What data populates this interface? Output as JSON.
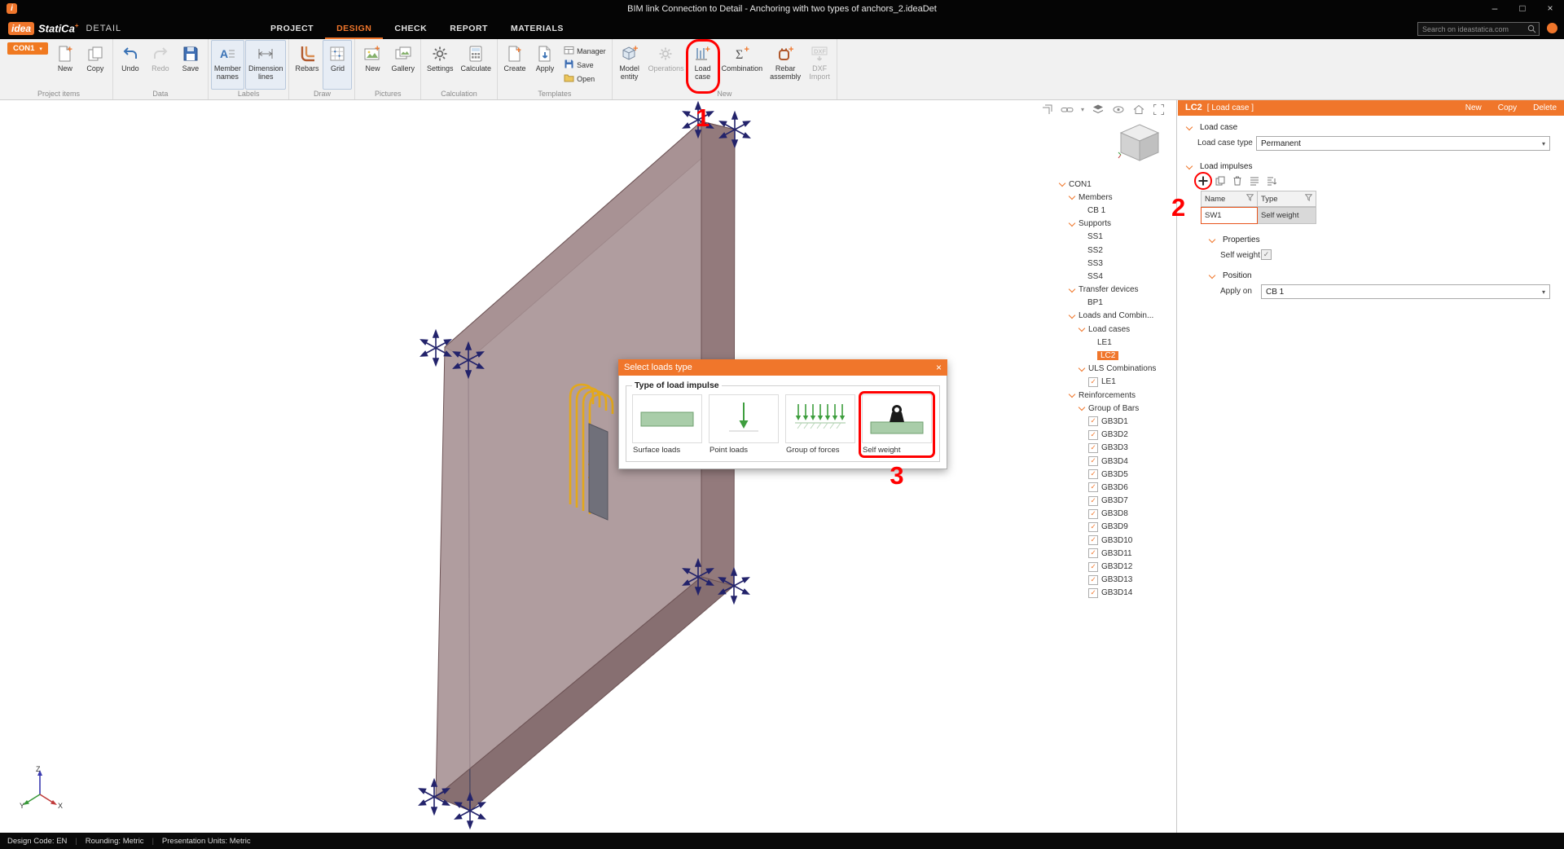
{
  "window": {
    "title": "BIM link Connection to Detail - Anchoring with two types of anchors_2.ideaDet",
    "minimize": "–",
    "maximize": "□",
    "close": "×"
  },
  "menubar": {
    "logo_idea": "idea",
    "logo_statica": "StatiCa",
    "logo_sup": "+",
    "module": "DETAIL",
    "tabs": [
      {
        "label": "PROJECT",
        "active": false
      },
      {
        "label": "DESIGN",
        "active": true
      },
      {
        "label": "CHECK",
        "active": false
      },
      {
        "label": "REPORT",
        "active": false
      },
      {
        "label": "MATERIALS",
        "active": false
      }
    ],
    "search_placeholder": "Search on ideastatica.com"
  },
  "ribbon": {
    "groups": [
      {
        "label": "Project items",
        "buttons": [
          {
            "label": "CON1",
            "icon": "chevron-down-icon",
            "style": "orange"
          },
          {
            "label": "New",
            "icon": "doc-new-icon"
          },
          {
            "label": "Copy",
            "icon": "copy-icon"
          }
        ]
      },
      {
        "label": "Data",
        "buttons": [
          {
            "label": "Undo",
            "icon": "undo-icon"
          },
          {
            "label": "Redo",
            "icon": "redo-icon",
            "disabled": true
          },
          {
            "label": "Save",
            "icon": "save-icon"
          }
        ]
      },
      {
        "label": "Labels",
        "buttons": [
          {
            "label": "Member names",
            "icon": "member-names-icon",
            "pressed": true
          },
          {
            "label": "Dimension lines",
            "icon": "dimension-lines-icon",
            "pressed": true
          }
        ]
      },
      {
        "label": "Draw",
        "buttons": [
          {
            "label": "Rebars",
            "icon": "rebars-icon"
          },
          {
            "label": "Grid",
            "icon": "grid-icon",
            "pressed": true
          }
        ]
      },
      {
        "label": "Pictures",
        "buttons": [
          {
            "label": "New",
            "icon": "picture-new-icon"
          },
          {
            "label": "Gallery",
            "icon": "gallery-icon"
          }
        ]
      },
      {
        "label": "Calculation",
        "buttons": [
          {
            "label": "Settings",
            "icon": "settings-icon"
          },
          {
            "label": "Calculate",
            "icon": "calculate-icon"
          }
        ]
      },
      {
        "label": "Templates",
        "buttons": [
          {
            "label": "Create",
            "icon": "template-create-icon"
          },
          {
            "label": "Apply",
            "icon": "template-apply-icon"
          }
        ],
        "small_buttons": [
          {
            "label": "Manager",
            "icon": "manager-icon"
          },
          {
            "label": "Save",
            "icon": "save-small-icon"
          },
          {
            "label": "Open",
            "icon": "open-icon"
          }
        ]
      },
      {
        "label": "New",
        "buttons": [
          {
            "label": "Model entity",
            "icon": "model-entity-icon"
          },
          {
            "label": "Operations",
            "icon": "operations-icon",
            "disabled": true
          },
          {
            "label": "Load case",
            "icon": "load-case-icon",
            "highlighted": true
          },
          {
            "label": "Combination",
            "icon": "combination-icon"
          },
          {
            "label": "Rebar assembly",
            "icon": "rebar-assembly-icon"
          },
          {
            "label": "DXF Import",
            "icon": "dxf-import-icon",
            "disabled": true
          }
        ]
      }
    ]
  },
  "viewport": {
    "axis": {
      "x": "X",
      "y": "Y",
      "z": "Z"
    },
    "toolbar_icons": [
      "section-view-icon",
      "link-icon",
      "chevron-down-icon",
      "layers-icon",
      "eye-icon",
      "home-icon",
      "fit-view-icon"
    ]
  },
  "tree": {
    "items": [
      {
        "label": "CON1",
        "depth": 0,
        "type": "node"
      },
      {
        "label": "Members",
        "depth": 1,
        "type": "node"
      },
      {
        "label": "CB 1",
        "depth": 2,
        "type": "leaf"
      },
      {
        "label": "Supports",
        "depth": 1,
        "type": "node"
      },
      {
        "label": "SS1",
        "depth": 2,
        "type": "leaf"
      },
      {
        "label": "SS2",
        "depth": 2,
        "type": "leaf"
      },
      {
        "label": "SS3",
        "depth": 2,
        "type": "leaf"
      },
      {
        "label": "SS4",
        "depth": 2,
        "type": "leaf"
      },
      {
        "label": "Transfer devices",
        "depth": 1,
        "type": "node"
      },
      {
        "label": "BP1",
        "depth": 2,
        "type": "leaf"
      },
      {
        "label": "Loads and Combin...",
        "depth": 1,
        "type": "node"
      },
      {
        "label": "Load cases",
        "depth": 2,
        "type": "node"
      },
      {
        "label": "LE1",
        "depth": 3,
        "type": "leaf"
      },
      {
        "label": "LC2",
        "depth": 3,
        "type": "leaf",
        "selected": true
      },
      {
        "label": "ULS Combinations",
        "depth": 2,
        "type": "node"
      },
      {
        "label": "LE1",
        "depth": 3,
        "type": "check",
        "checked": true
      },
      {
        "label": "Reinforcements",
        "depth": 1,
        "type": "node"
      },
      {
        "label": "Group of Bars",
        "depth": 2,
        "type": "node"
      },
      {
        "label": "GB3D1",
        "depth": 3,
        "type": "check",
        "checked": true
      },
      {
        "label": "GB3D2",
        "depth": 3,
        "type": "check",
        "checked": true
      },
      {
        "label": "GB3D3",
        "depth": 3,
        "type": "check",
        "checked": true
      },
      {
        "label": "GB3D4",
        "depth": 3,
        "type": "check",
        "checked": true
      },
      {
        "label": "GB3D5",
        "depth": 3,
        "type": "check",
        "checked": true
      },
      {
        "label": "GB3D6",
        "depth": 3,
        "type": "check",
        "checked": true
      },
      {
        "label": "GB3D7",
        "depth": 3,
        "type": "check",
        "checked": true
      },
      {
        "label": "GB3D8",
        "depth": 3,
        "type": "check",
        "checked": true
      },
      {
        "label": "GB3D9",
        "depth": 3,
        "type": "check",
        "checked": true
      },
      {
        "label": "GB3D10",
        "depth": 3,
        "type": "check",
        "checked": true
      },
      {
        "label": "GB3D11",
        "depth": 3,
        "type": "check",
        "checked": true
      },
      {
        "label": "GB3D12",
        "depth": 3,
        "type": "check",
        "checked": true
      },
      {
        "label": "GB3D13",
        "depth": 3,
        "type": "check",
        "checked": true
      },
      {
        "label": "GB3D14",
        "depth": 3,
        "type": "check",
        "checked": true
      }
    ]
  },
  "dialog": {
    "title": "Select loads type",
    "close": "×",
    "group_label": "Type of load impulse",
    "options": [
      {
        "label": "Surface loads",
        "icon": "surface-loads-icon"
      },
      {
        "label": "Point loads",
        "icon": "point-loads-icon"
      },
      {
        "label": "Group of forces",
        "icon": "group-of-forces-icon"
      },
      {
        "label": "Self weight",
        "icon": "self-weight-icon",
        "highlighted": true
      }
    ]
  },
  "props_panel": {
    "header": {
      "title": "LC2",
      "subtitle": "[ Load case ]",
      "action_new": "New",
      "action_copy": "Copy",
      "action_delete": "Delete"
    },
    "load_case_section": {
      "label": "Load case",
      "type_label": "Load case type",
      "type_value": "Permanent"
    },
    "load_impulses_section": {
      "label": "Load impulses",
      "columns": {
        "name": "Name",
        "type": "Type"
      },
      "rows": [
        {
          "name": "SW1",
          "type": "Self weight"
        }
      ]
    },
    "impulse_properties_section": {
      "label": "Properties",
      "self_weight_label": "Self weight",
      "self_weight_checked": true
    },
    "position_section": {
      "label": "Position",
      "apply_on_label": "Apply on",
      "apply_on_value": "CB 1"
    }
  },
  "statusbar": {
    "items": [
      "Design Code: EN",
      "Rounding: Metric",
      "Presentation Units: Metric"
    ]
  },
  "annotations": {
    "step_1": "1",
    "step_2": "2",
    "step_3": "3"
  },
  "colors": {
    "accent_orange": "#f0762b",
    "annotation_red": "#ff0000",
    "support_navy": "#23236b",
    "rebar_yellow": "#e3a81b",
    "wall_mauve": "#a59092"
  }
}
